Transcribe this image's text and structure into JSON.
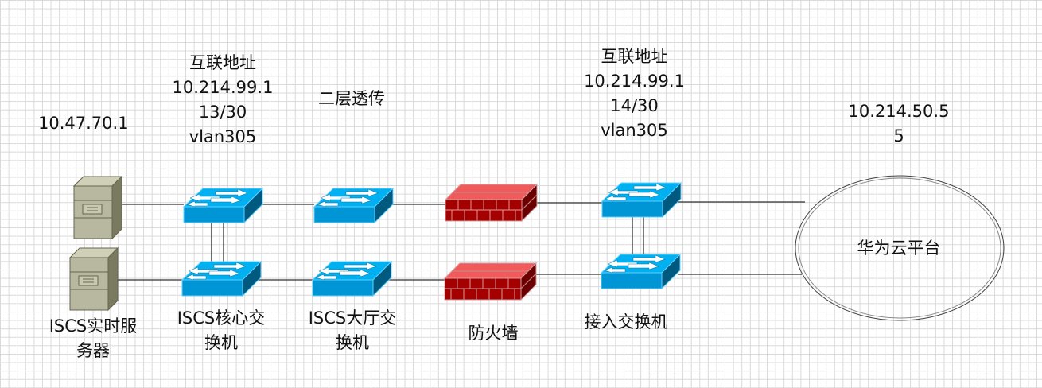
{
  "labels": {
    "server_ip": "10.47.70.1",
    "left_interconnect": [
      "互联地址",
      "10.214.99.1",
      "13/30",
      "vlan305"
    ],
    "layer2": "二层透传",
    "right_interconnect": [
      "互联地址",
      "10.214.99.1",
      "14/30",
      "vlan305"
    ],
    "cloud_ip": [
      "10.214.50.5",
      "5"
    ],
    "cloud": "华为云平台",
    "server": [
      "ISCS实时服",
      "务器"
    ],
    "core_switch": [
      "ISCS核心交",
      "换机"
    ],
    "hall_switch": [
      "ISCS大厅交",
      "换机"
    ],
    "firewall": "防火墙",
    "access_switch": "接入交换机"
  },
  "colors": {
    "switch_top": "#00b0f0",
    "switch_front": "#0096d6",
    "switch_side": "#005a80",
    "firewall_front": "#a50000",
    "firewall_top": "#f05a5a",
    "server": "#b8b8a0"
  }
}
